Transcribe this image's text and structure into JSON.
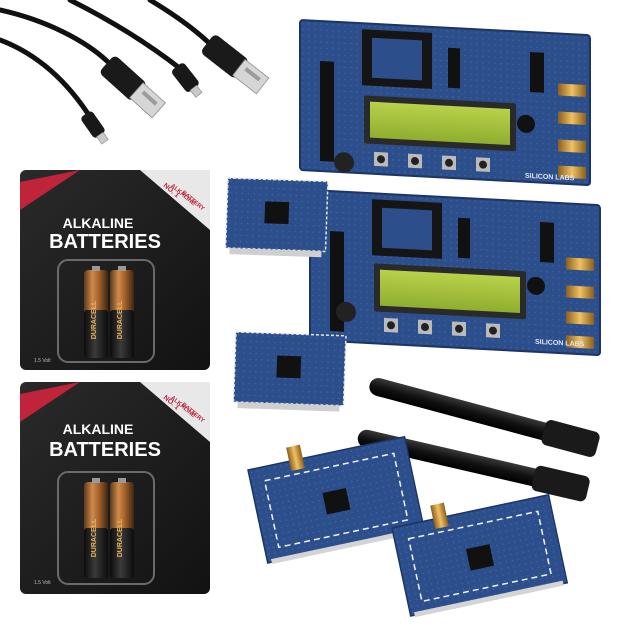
{
  "battery_pack": {
    "line1": "ALKALINE",
    "line2": "BATTERIES",
    "badge_line1": "NO. 1",
    "badge_line2": "ALKALINE",
    "badge_line3": "BATTERY",
    "voltage": "1.5 Volt",
    "cell_brand": "DURACELL"
  },
  "dev_board": {
    "logo_text": "SILICON LABS"
  },
  "colors": {
    "pcb_blue": "#2c4f8c",
    "pcb_dark": "#1d3566",
    "lcd_green": "#a7c23f",
    "battery_copper": "#b8743a",
    "pack_black": "#1e1e1e",
    "pack_red": "#c0243a",
    "gold": "#d9a441"
  }
}
